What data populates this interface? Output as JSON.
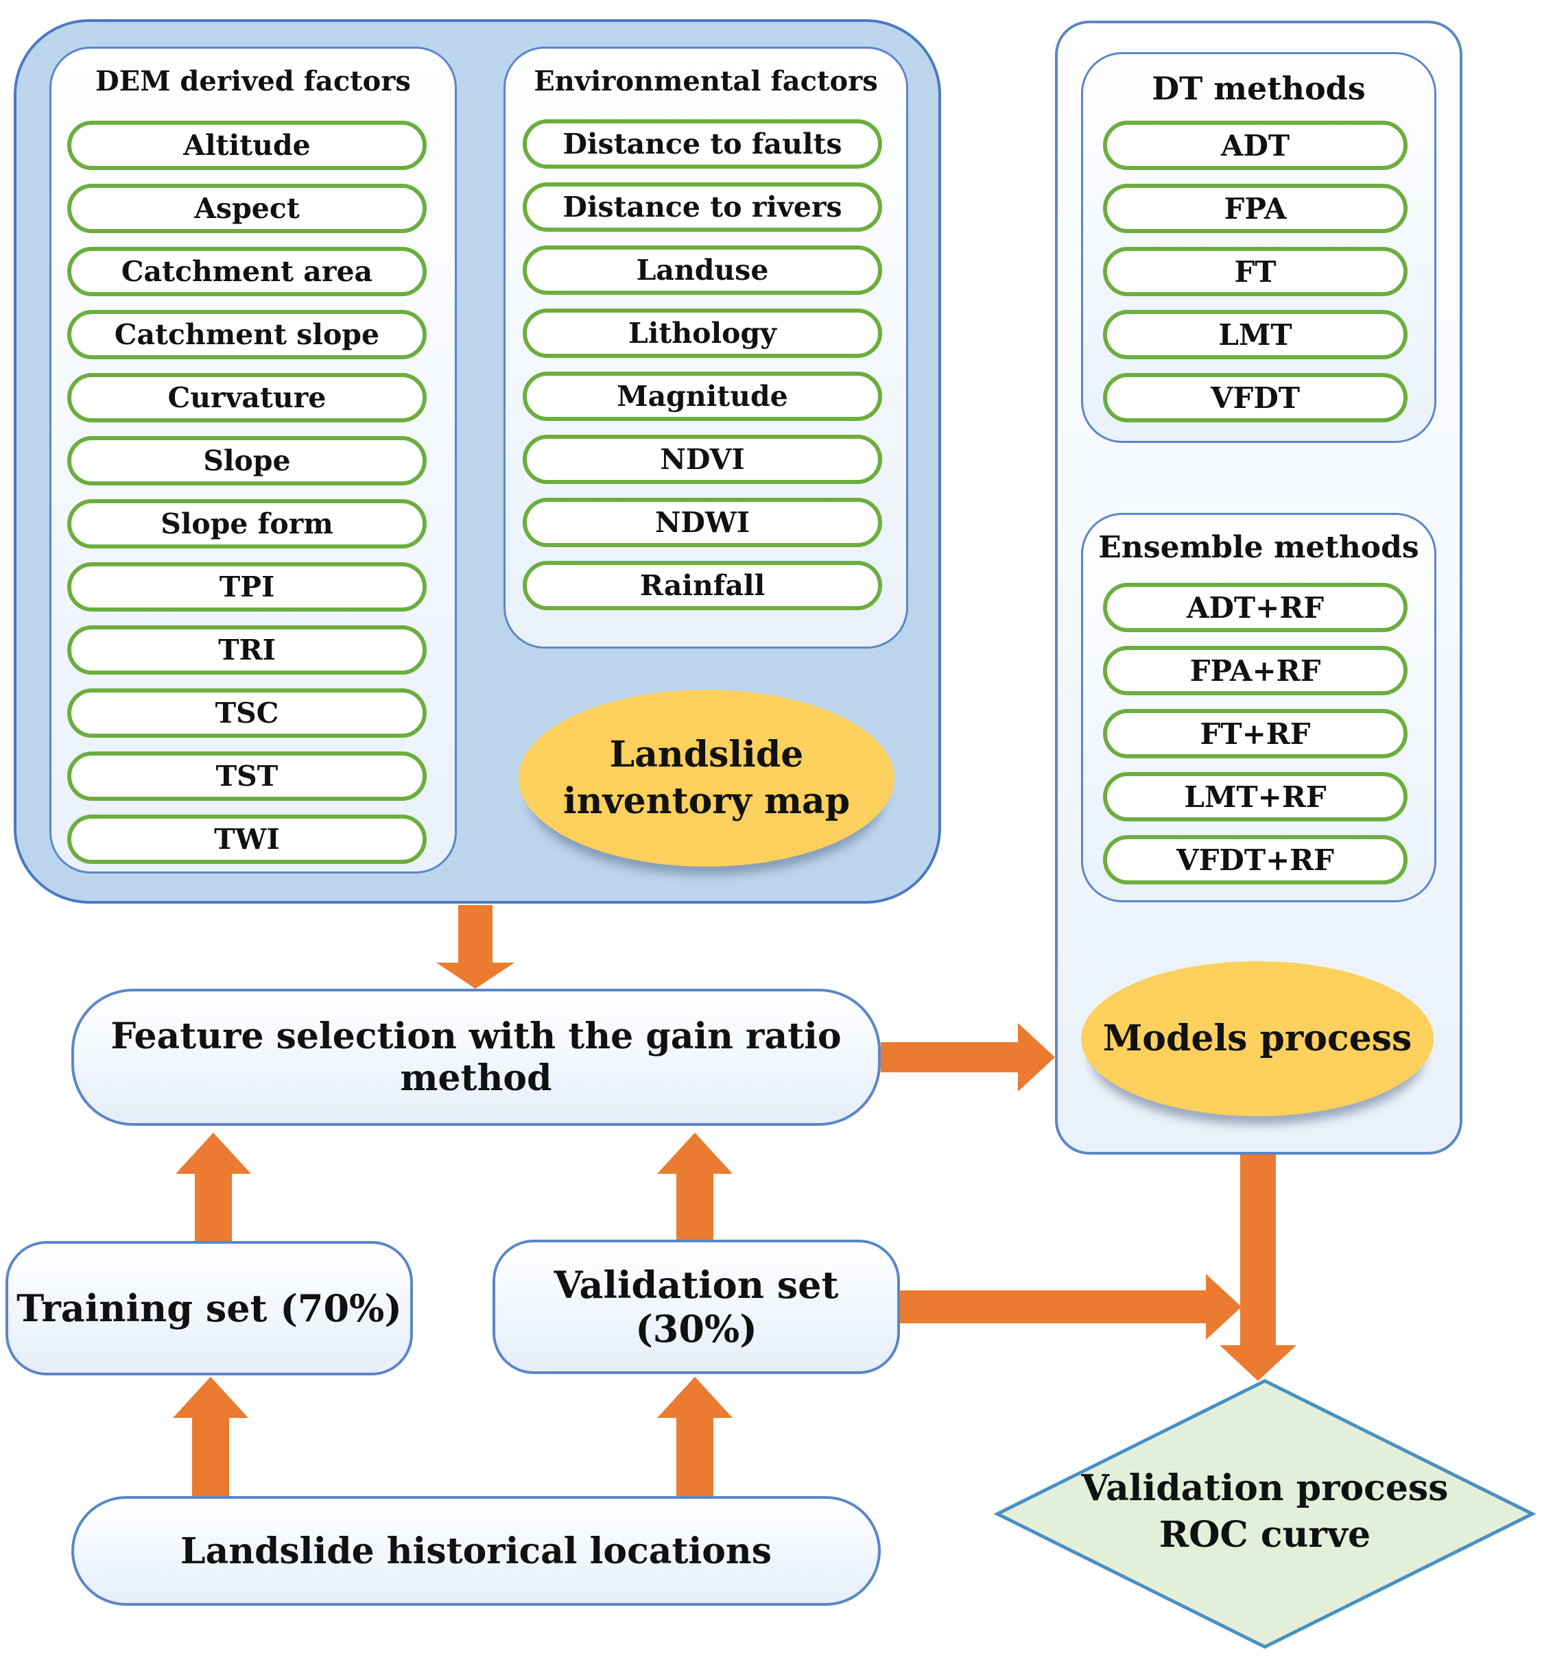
{
  "dem_panel": {
    "title": "DEM derived factors",
    "items": [
      "Altitude",
      "Aspect",
      "Catchment area",
      "Catchment slope",
      "Curvature",
      "Slope",
      "Slope form",
      "TPI",
      "TRI",
      "TSC",
      "TST",
      "TWI"
    ]
  },
  "env_panel": {
    "title": "Environmental factors",
    "items": [
      "Distance to faults",
      "Distance to rivers",
      "Landuse",
      "Lithology",
      "Magnitude",
      "NDVI",
      "NDWI",
      "Rainfall"
    ]
  },
  "inventory": {
    "line1": "Landslide",
    "line2": "inventory map"
  },
  "dt_panel": {
    "title": "DT methods",
    "items": [
      "ADT",
      "FPA",
      "FT",
      "LMT",
      "VFDT"
    ]
  },
  "ensemble_panel": {
    "title": "Ensemble methods",
    "items": [
      "ADT+RF",
      "FPA+RF",
      "FT+RF",
      "LMT+RF",
      "VFDT+RF"
    ]
  },
  "models_process": "Models process",
  "feature_selection": "Feature selection with the gain ratio method",
  "training_set": "Training set (70%)",
  "validation_set": "Validation set (30%)",
  "historical_locations": "Landslide historical locations",
  "validation_process": {
    "line1": "Validation process",
    "line2": "ROC curve"
  },
  "colors": {
    "container_fill": "#bcd5ec",
    "container_border": "#4a79c4",
    "pill_border": "#6cae3e",
    "ellipse_fill": "#fcd05c",
    "arrow": "#ea7b30",
    "diamond_fill": "#e3efd9",
    "diamond_border": "#4a8fc4"
  }
}
